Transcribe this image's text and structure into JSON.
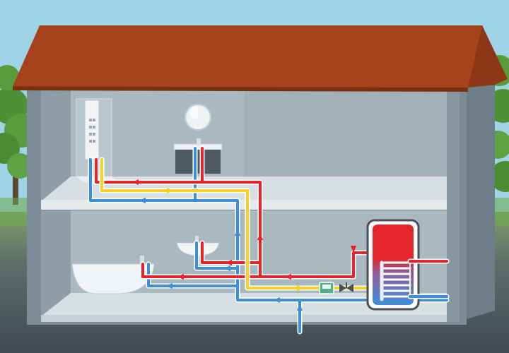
{
  "colors": {
    "sky": "#9fd3e6",
    "grass": "#6ea94a",
    "ground": "#4a5761",
    "roof": "#a6431a",
    "roof_edge": "#7b2f11",
    "wall_outer": "#6d7e88",
    "wall_inner": "#98a7b0",
    "room_back": "#a7b5bd",
    "floor": "#d8dfe3",
    "slab": "#e6ebee",
    "hot_pipe": "#e3262b",
    "cold_pipe": "#3d8fd9",
    "circulation_pipe": "#f4d22a",
    "pipe_outline": "#ffffff"
  },
  "icons": [
    "shower-icon",
    "mirror-icon",
    "washbasin-icon",
    "bathtub-icon",
    "hot-water-tank-icon",
    "heating-coil-icon",
    "circulation-pump-icon",
    "check-valve-icon",
    "flow-arrow-icon"
  ],
  "diagram": {
    "components": [
      "shower",
      "upper-washbasin",
      "mirror",
      "lower-washbasin",
      "bathtub",
      "hot-water-tank",
      "circulation-pump",
      "check-valve",
      "mains-inlet"
    ],
    "lines": [
      "hot-water",
      "cold-water",
      "circulation"
    ]
  }
}
